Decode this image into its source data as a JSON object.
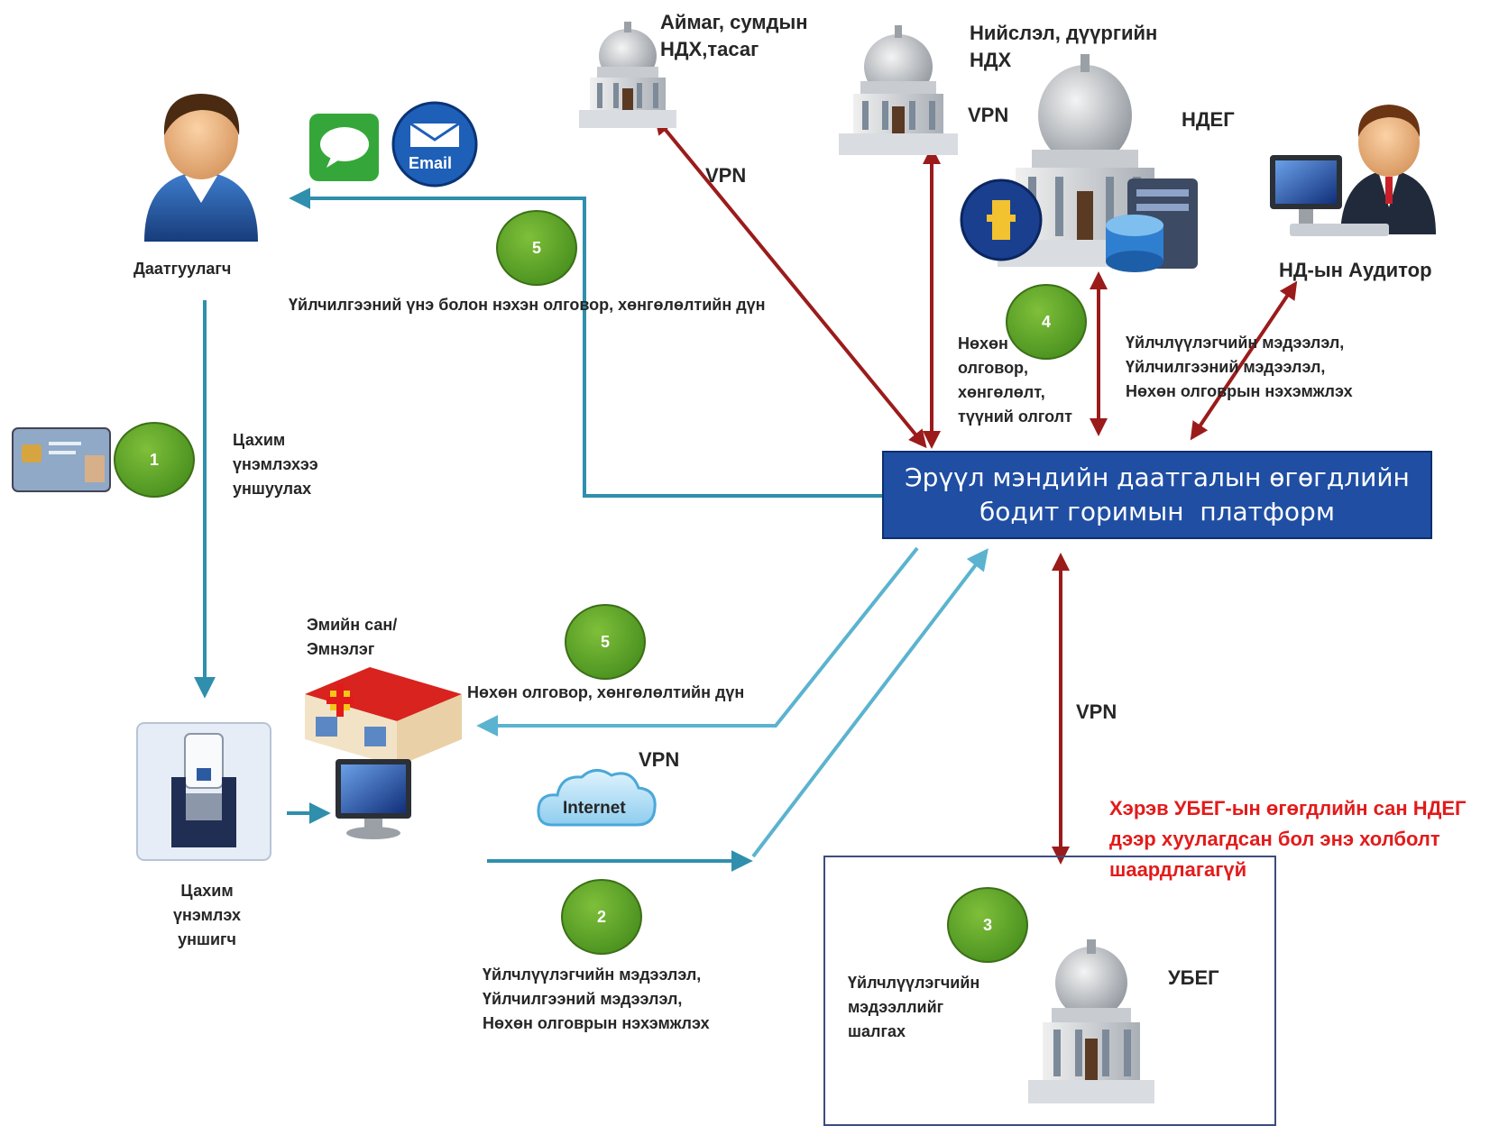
{
  "actors": {
    "insured": "Даатгуулагч",
    "auditor": "НД-ын Аудитор",
    "pharmacy": "Эмийн сан/\nЭмнэлэг",
    "card_reader": "Цахим\nүнэмлэх\nуншигч"
  },
  "offices": {
    "aimag": "Аймаг, сумдын\nНДХ,тасаг",
    "capital": "Нийслэл, дүүргийн\nНДХ",
    "ndeg": "НДЕГ",
    "ubeg": "УБЕГ"
  },
  "platform": {
    "title": "Эрүүл мэндийн даатгалын өгөгдлийн\nбодит горимын  платформ"
  },
  "icons": {
    "sms": "SMS",
    "email": "Email",
    "internet": "Internet"
  },
  "links": {
    "vpn_aimag": "VPN",
    "vpn_capital": "VPN",
    "vpn_internet": "VPN",
    "vpn_ubeg": "VPN"
  },
  "steps": {
    "s1": "1",
    "s2": "2",
    "s3": "3",
    "s4": "4",
    "s5_top": "5",
    "s5_mid": "5"
  },
  "descriptions": {
    "read_card": "Цахим\nүнэмлэхээ\nуншуулах",
    "price_result": "Үйлчилгээний үнэ болон нэхэн олговор, хөнгөлөлтийн дүн",
    "claim_result": "Нөхөн олговор, хөнгөлөлтийн дүн",
    "claim_request": "Үйлчлүүлэгчийн мэдээлэл,\nҮйлчилгээний мэдээлэл,\nНөхөн олговрын нэхэмжлэх",
    "ndeg_payment": "Нөхөн\nолговор,\nхөнгөлөлт,\nтүүний олголт",
    "auditor_data": "Үйлчлүүлэгчийн мэдээлэл,\nҮйлчилгээний мэдээлэл,\nНөхөн олговрын нэхэмжлэх",
    "ubeg_check": "Үйлчлүүлэгчийн\nмэдээллийг\nшалгах",
    "ubeg_note": "Хэрэв УБЕГ-ын өгөгдлийн сан НДЕГ\nдээр хуулагдсан бол энэ холболт\nшаардлагагүй"
  },
  "colors": {
    "platform_blue": "#1f4ea3",
    "teal_arrow": "#2f8fad",
    "red_arrow": "#9b1b1b",
    "step_green": "#4f9622",
    "note_red": "#e31b1b"
  }
}
